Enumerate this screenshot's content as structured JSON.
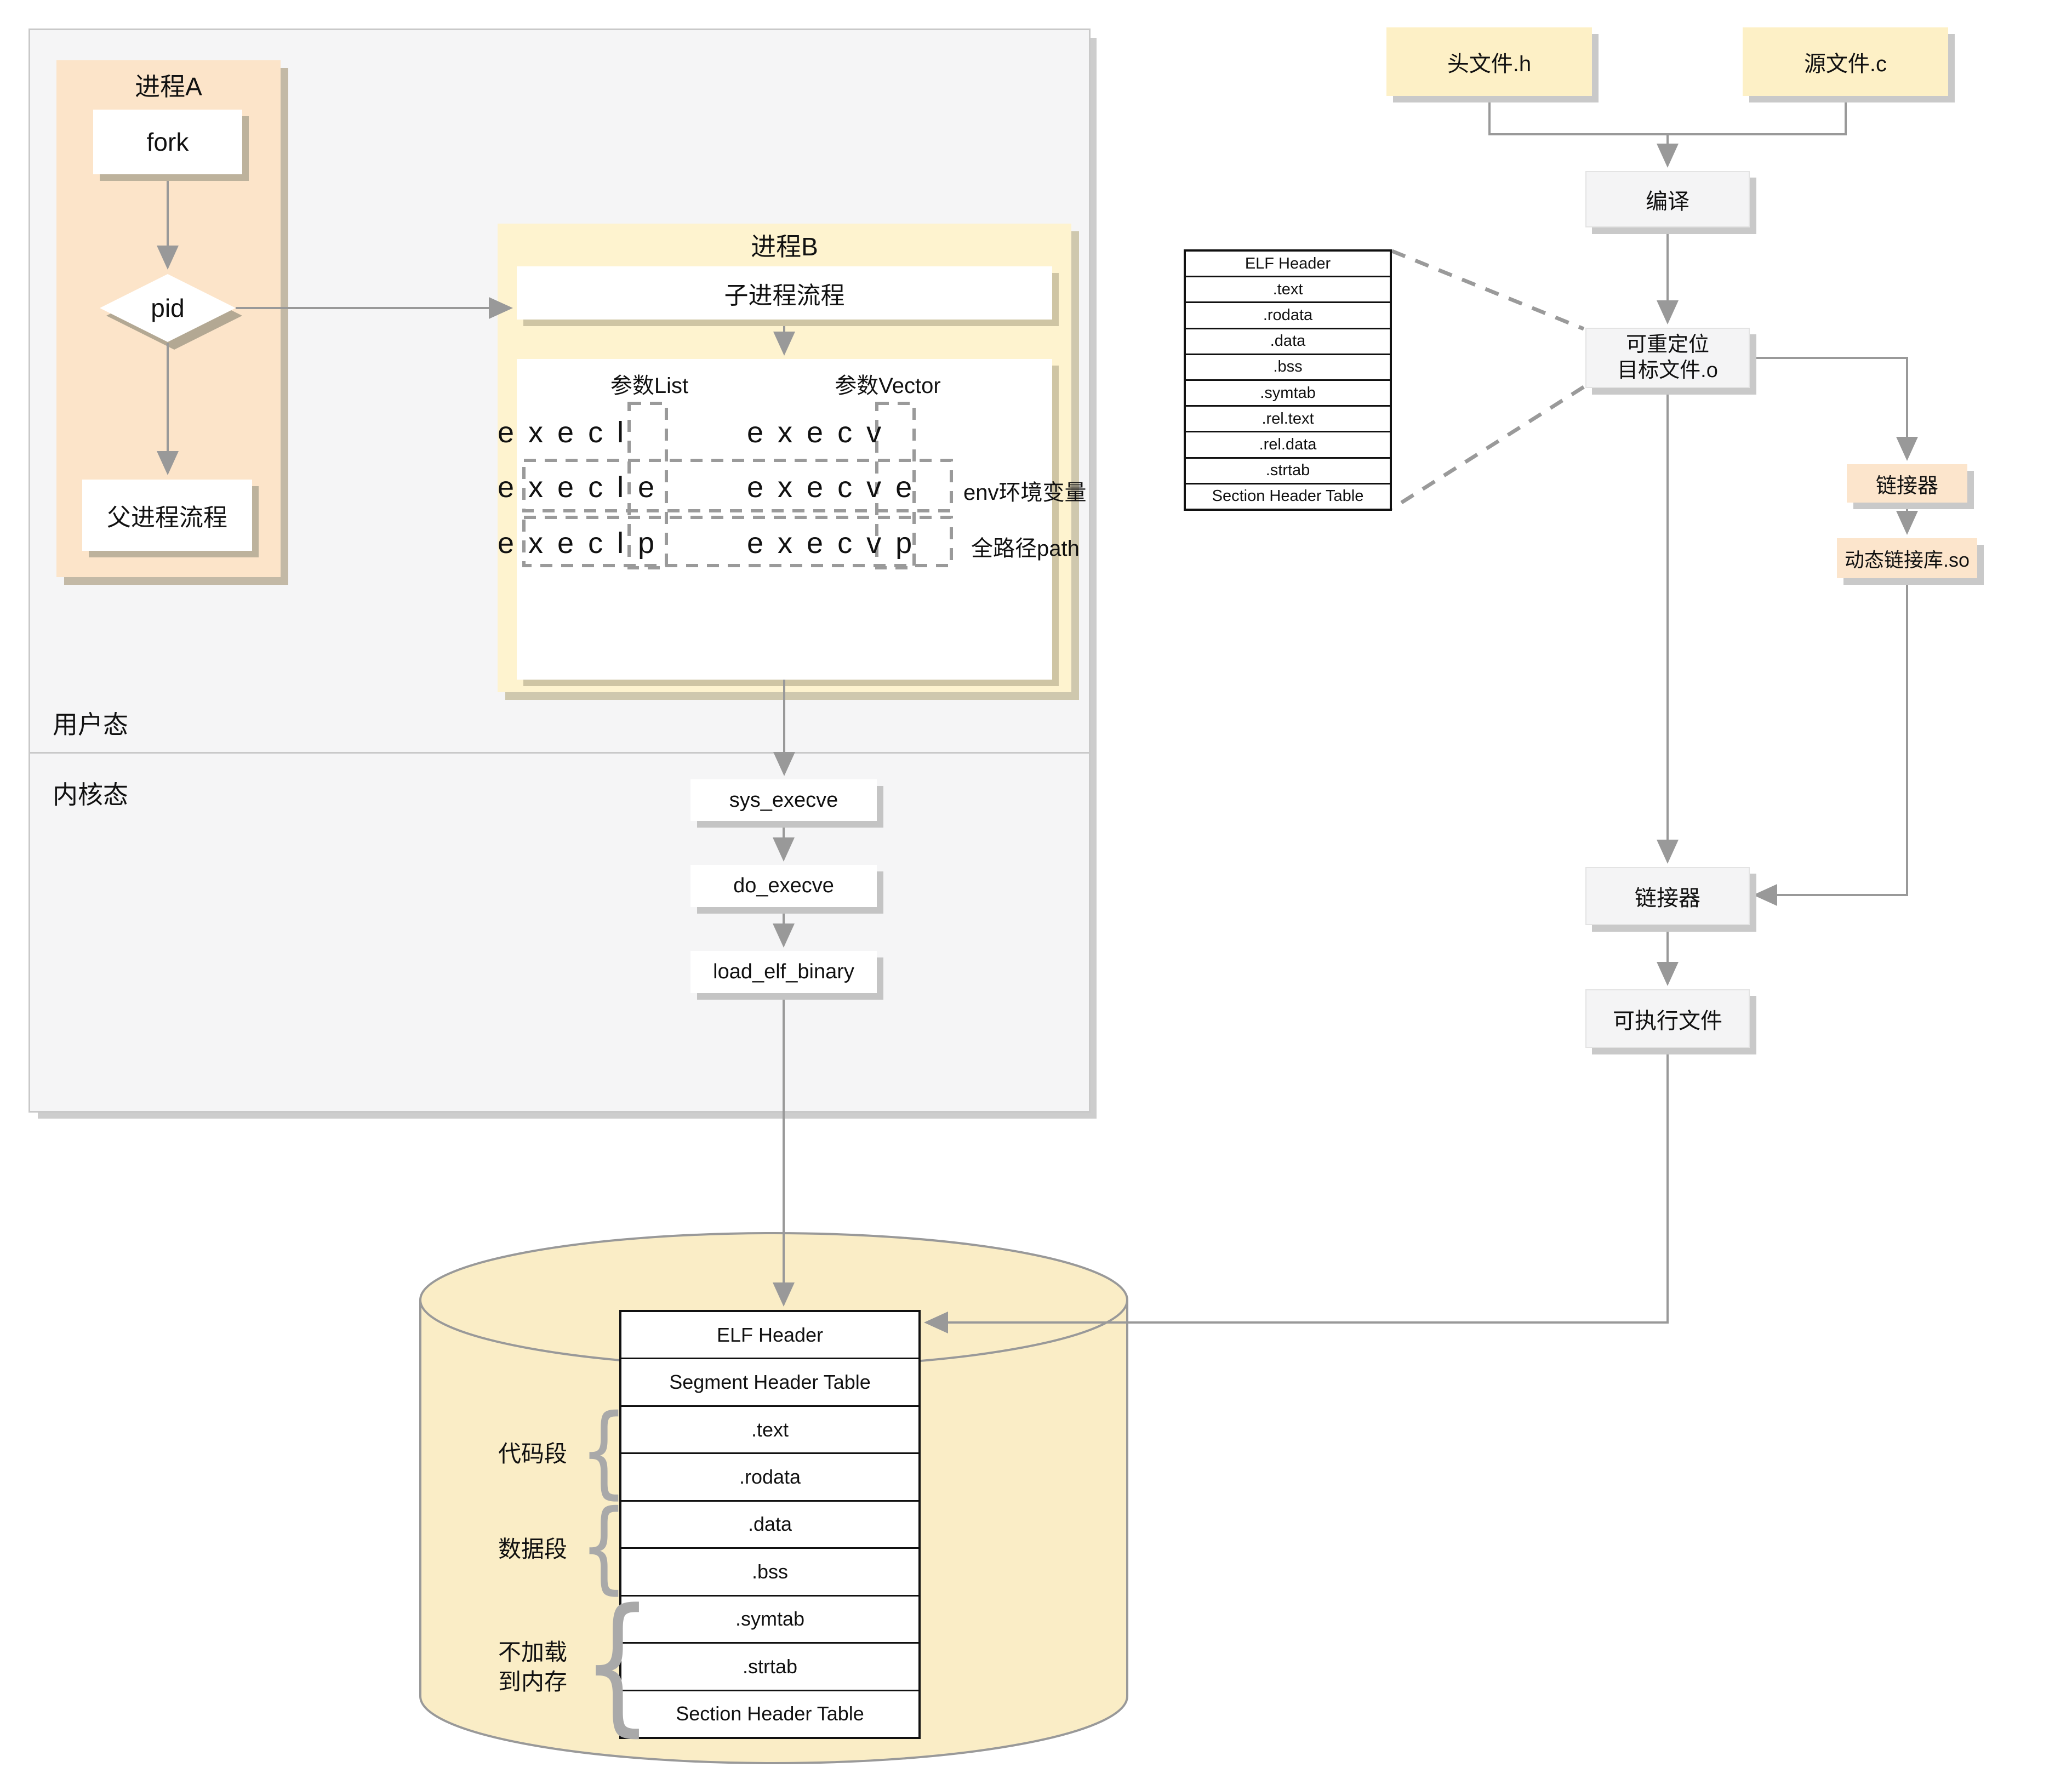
{
  "colors": {
    "background": "#ffffff",
    "panel_gray": "#f5f5f6",
    "panel_peach": "#fce4c9",
    "panel_yellow": "#fef3cf",
    "file_cream": "#fdf0c6",
    "cylinder_yellow": "#faedc6",
    "box_lightgray": "#f4f4f5",
    "box_orange": "#fce5cc",
    "line_gray": "#999999",
    "table_border": "#111111"
  },
  "icons": {
    "brace": "{"
  },
  "modes": {
    "user": "用户态",
    "kernel": "内核态"
  },
  "process_a": {
    "title": "进程A",
    "fork": "fork",
    "pid": "pid",
    "parent_flow": "父进程流程"
  },
  "process_b": {
    "title": "进程B",
    "child_flow": "子进程流程",
    "param_list_label": "参数List",
    "param_vector_label": "参数Vector",
    "exec_rows": [
      {
        "left": "execl",
        "right": "execv",
        "note": ""
      },
      {
        "left": "execle",
        "right": "execve",
        "note": "env环境变量"
      },
      {
        "left": "execlp",
        "right": "execvp",
        "note": "全路径path"
      }
    ]
  },
  "kernel_flow": {
    "sys_execve": "sys_execve",
    "do_execve": "do_execve",
    "load_elf_binary": "load_elf_binary"
  },
  "executable_elf": {
    "rows": [
      "ELF Header",
      "Segment Header Table",
      ".text",
      ".rodata",
      ".data",
      ".bss",
      ".symtab",
      ".strtab",
      "Section Header Table"
    ],
    "segments": {
      "code": "代码段",
      "data": "数据段",
      "noload_line1": "不加载",
      "noload_line2": "到内存"
    }
  },
  "build_flow": {
    "header_file": "头文件.h",
    "source_file": "源文件.c",
    "compile": "编译",
    "relocatable_line1": "可重定位",
    "relocatable_line2": "目标文件.o",
    "linker_for_shared": "链接器",
    "shared_lib": "动态链接库.so",
    "linker": "链接器",
    "executable": "可执行文件"
  },
  "object_elf": {
    "rows": [
      "ELF Header",
      ".text",
      ".rodata",
      ".data",
      ".bss",
      ".symtab",
      ".rel.text",
      ".rel.data",
      ".strtab",
      "Section Header Table"
    ]
  }
}
